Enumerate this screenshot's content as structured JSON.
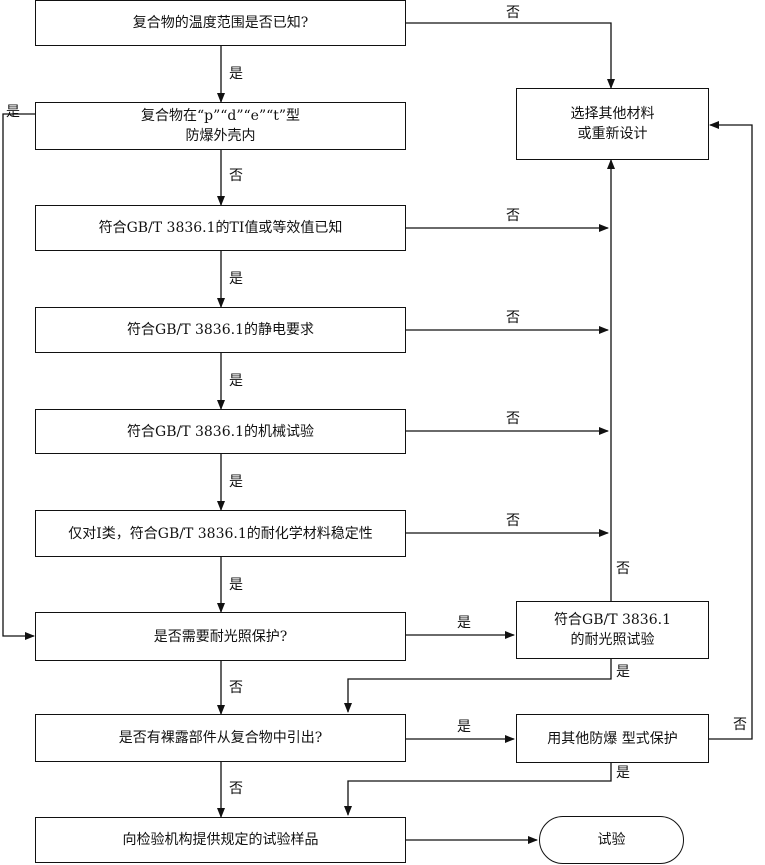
{
  "nodes": {
    "q_temp": "复合物的温度范围是否已知?",
    "q_enclosure": "复合物在“p”“d”“e”“t”型\n防爆外壳内",
    "alt_material": "选择其他材料\n或重新设计",
    "q_ti": "符合GB/T 3836.1的TI值或等效值已知",
    "q_static": "符合GB/T 3836.1的静电要求",
    "q_mech": "符合GB/T 3836.1的机械试验",
    "q_chem": "仅对Ⅰ类，符合GB/T 3836.1的耐化学材料稳定性",
    "q_light": "是否需要耐光照保护?",
    "t_light": "符合GB/T 3836.1\n的耐光照试验",
    "q_exposed": "是否有裸露部件从复合物中引出?",
    "other_protect": "用其他防爆 型式保护",
    "provide": "向检验机构提供规定的试验样品",
    "test": "试验"
  },
  "edge_labels": {
    "yes": "是",
    "no": "否"
  }
}
